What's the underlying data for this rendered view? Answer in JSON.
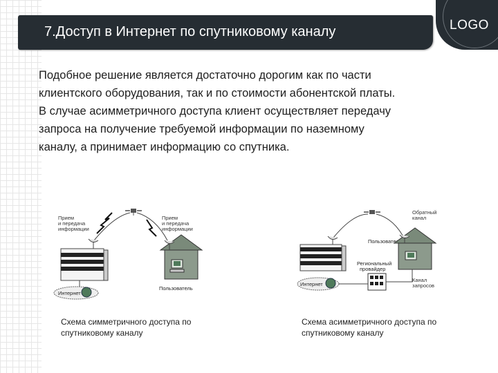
{
  "slide": {
    "title": "7.Доступ в Интернет по спутниковому каналу",
    "logo": "LOGO",
    "body_lines": [
      "Подобное решение является достаточно дорогим как по части",
      "клиентского оборудования, так и по стоимости абонентской платы.",
      "В случае асимметричного доступа клиент осуществляет передачу",
      "запроса на получение требуемой информации по наземному",
      "каналу, а принимает информацию со спутника."
    ]
  },
  "diagram_symmetric": {
    "label_left": [
      "Прием",
      "и передача",
      "информации"
    ],
    "label_right": [
      "Прием",
      "и передача",
      "информации"
    ],
    "internet_label": "Интернет",
    "user_label": "Пользователь",
    "caption": [
      "Схема симметричного доступа по",
      "спутниковому каналу"
    ]
  },
  "diagram_asymmetric": {
    "return_channel_label": [
      "Обратный",
      "канал"
    ],
    "user_label": "Пользователь",
    "provider_label": [
      "Региональный",
      "провайдер"
    ],
    "request_channel_label": [
      "Канал",
      "запросов"
    ],
    "internet_label": "Интернет",
    "caption": [
      "Схема асимметричного доступа по",
      "спутниковому каналу"
    ]
  },
  "colors": {
    "title_bar": "#262d33",
    "title_text": "#ffffff",
    "body_text": "#1e1e1e",
    "house_fill": "#7a8a7a",
    "globe_fill": "#4f7a5a"
  }
}
